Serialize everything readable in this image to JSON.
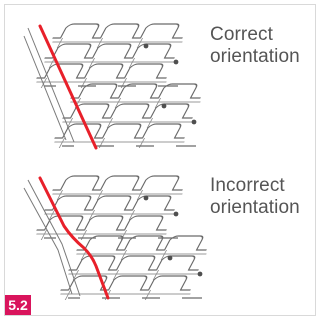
{
  "labels": {
    "correct_line1": "Correct",
    "correct_line2": "orientation",
    "incorrect_line1": "Incorrect",
    "incorrect_line2": "orientation"
  },
  "figure_number": "5.2",
  "colors": {
    "guide_line": "#e8202a",
    "figure_badge": "#d9145c",
    "tray_outline": "#6b6b6b",
    "label_text": "#555555"
  }
}
